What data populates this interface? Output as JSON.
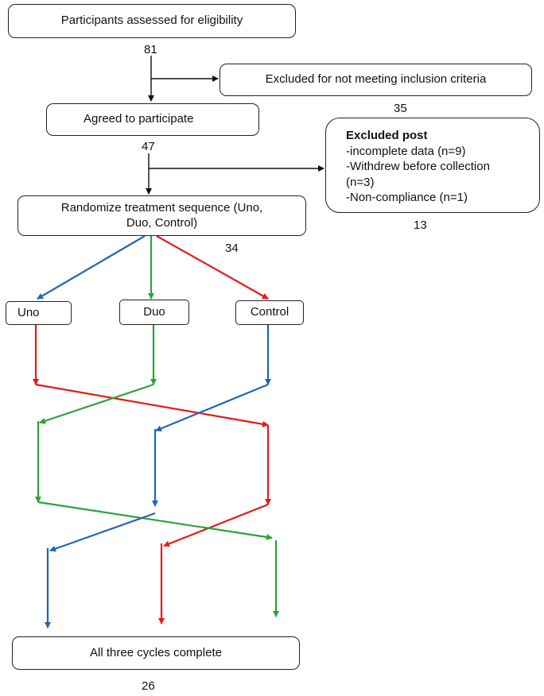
{
  "boxes": {
    "eligibility": "Participants assessed for eligibility",
    "excluded_inclusion": "Excluded for not meeting inclusion criteria",
    "agreed": "Agreed to participate",
    "excluded_post_title": "Excluded post",
    "excluded_post_lines": [
      "-incomplete data (n=9)",
      "-Withdrew before collection",
      "(n=3)",
      "-Non-compliance (n=1)"
    ],
    "randomize": "Randomize treatment sequence (Uno, Duo, Control)",
    "uno": "Uno",
    "duo": "Duo",
    "control": "Control",
    "complete": "All three cycles complete"
  },
  "counts": {
    "assessed": "81",
    "excluded_inclusion": "35",
    "agreed": "47",
    "excluded_post": "13",
    "randomized": "34",
    "complete": "26"
  },
  "colors": {
    "uno": "#e8191c",
    "duo": "#2aa43a",
    "control": "#2166b0",
    "arrow": "#111111"
  }
}
